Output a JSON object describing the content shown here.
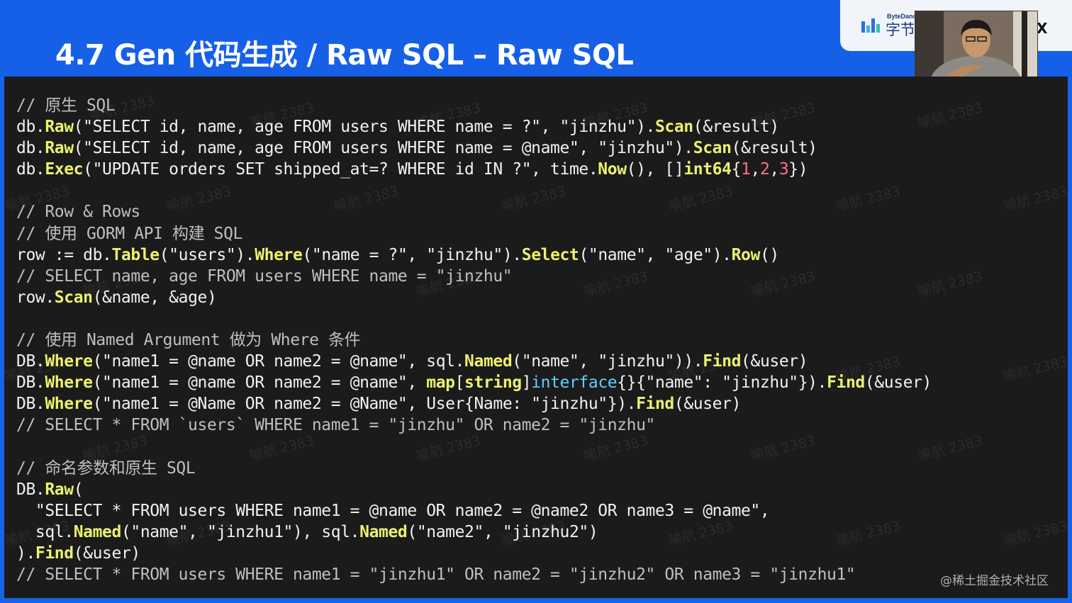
{
  "header": {
    "title": "4.7 Gen 代码生成 / Raw SQL – Raw SQL"
  },
  "logo": {
    "small_text": "ByteDance",
    "cn_text": "字节跳动"
  },
  "close_glyph": "X",
  "watermark_text": "喻航 2383",
  "footer_watermark": "@稀土掘金技术社区",
  "colors": {
    "header_bg": "#1660e8",
    "code_bg": "#1b1b1b",
    "function": "#ecf06e",
    "number": "#ff6f8c",
    "type": "#5fd0ff",
    "comment": "#bfbfbf"
  },
  "code": {
    "lines": [
      [
        [
          "cm",
          "// 原生 SQL"
        ]
      ],
      [
        [
          "t",
          "db."
        ],
        [
          "fn",
          "Raw"
        ],
        [
          "t",
          "(\"SELECT id, name, age FROM users WHERE name = ?\", \"jinzhu\")."
        ],
        [
          "fn",
          "Scan"
        ],
        [
          "t",
          "(&result)"
        ]
      ],
      [
        [
          "t",
          "db."
        ],
        [
          "fn",
          "Raw"
        ],
        [
          "t",
          "(\"SELECT id, name, age FROM users WHERE name = @name\", \"jinzhu\")."
        ],
        [
          "fn",
          "Scan"
        ],
        [
          "t",
          "(&result)"
        ]
      ],
      [
        [
          "t",
          "db."
        ],
        [
          "fn",
          "Exec"
        ],
        [
          "t",
          "(\"UPDATE orders SET shipped_at=? WHERE id IN ?\", time."
        ],
        [
          "fn",
          "Now"
        ],
        [
          "t",
          "(), []"
        ],
        [
          "kw",
          "int64"
        ],
        [
          "t",
          "{"
        ],
        [
          "num",
          "1"
        ],
        [
          "t",
          ","
        ],
        [
          "num",
          "2"
        ],
        [
          "t",
          ","
        ],
        [
          "num",
          "3"
        ],
        [
          "t",
          "})"
        ]
      ],
      [],
      [
        [
          "cm",
          "// Row & Rows"
        ]
      ],
      [
        [
          "cm",
          "// 使用 GORM API 构建 SQL"
        ]
      ],
      [
        [
          "t",
          "row := db."
        ],
        [
          "fn",
          "Table"
        ],
        [
          "t",
          "(\"users\")."
        ],
        [
          "fn",
          "Where"
        ],
        [
          "t",
          "(\"name = ?\", \"jinzhu\")."
        ],
        [
          "fn",
          "Select"
        ],
        [
          "t",
          "(\"name\", \"age\")."
        ],
        [
          "fn",
          "Row"
        ],
        [
          "t",
          "()"
        ]
      ],
      [
        [
          "cm",
          "// SELECT name, age FROM users WHERE name = \"jinzhu\""
        ]
      ],
      [
        [
          "t",
          "row."
        ],
        [
          "fn",
          "Scan"
        ],
        [
          "t",
          "(&name, &age)"
        ]
      ],
      [],
      [
        [
          "cm",
          "// 使用 Named Argument 做为 Where 条件"
        ]
      ],
      [
        [
          "t",
          "DB."
        ],
        [
          "fn",
          "Where"
        ],
        [
          "t",
          "(\"name1 = @name OR name2 = @name\", sql."
        ],
        [
          "fn",
          "Named"
        ],
        [
          "t",
          "(\"name\", \"jinzhu\"))."
        ],
        [
          "fn",
          "Find"
        ],
        [
          "t",
          "(&user)"
        ]
      ],
      [
        [
          "t",
          "DB."
        ],
        [
          "fn",
          "Where"
        ],
        [
          "t",
          "(\"name1 = @name OR name2 = @name\", "
        ],
        [
          "kw",
          "map"
        ],
        [
          "t",
          "["
        ],
        [
          "kw",
          "string"
        ],
        [
          "t",
          "]"
        ],
        [
          "ty",
          "interface"
        ],
        [
          "t",
          "{}{\"name\": \"jinzhu\"})."
        ],
        [
          "fn",
          "Find"
        ],
        [
          "t",
          "(&user)"
        ]
      ],
      [
        [
          "t",
          "DB."
        ],
        [
          "fn",
          "Where"
        ],
        [
          "t",
          "(\"name1 = @Name OR name2 = @Name\", User{Name: \"jinzhu\"})."
        ],
        [
          "fn",
          "Find"
        ],
        [
          "t",
          "(&user)"
        ]
      ],
      [
        [
          "cm",
          "// SELECT * FROM `users` WHERE name1 = \"jinzhu\" OR name2 = \"jinzhu\""
        ]
      ],
      [],
      [
        [
          "cm",
          "// 命名参数和原生 SQL"
        ]
      ],
      [
        [
          "t",
          "DB."
        ],
        [
          "fn",
          "Raw"
        ],
        [
          "t",
          "("
        ]
      ],
      [
        [
          "t",
          "  \"SELECT * FROM users WHERE name1 = @name OR name2 = @name2 OR name3 = @name\","
        ]
      ],
      [
        [
          "t",
          "  sql."
        ],
        [
          "fn",
          "Named"
        ],
        [
          "t",
          "(\"name\", \"jinzhu1\"), sql."
        ],
        [
          "fn",
          "Named"
        ],
        [
          "t",
          "(\"name2\", \"jinzhu2\")"
        ]
      ],
      [
        [
          "t",
          ")."
        ],
        [
          "fn",
          "Find"
        ],
        [
          "t",
          "(&user)"
        ]
      ],
      [
        [
          "cm",
          "// SELECT * FROM users WHERE name1 = \"jinzhu1\" OR name2 = \"jinzhu2\" OR name3 = \"jinzhu1\""
        ]
      ]
    ]
  }
}
